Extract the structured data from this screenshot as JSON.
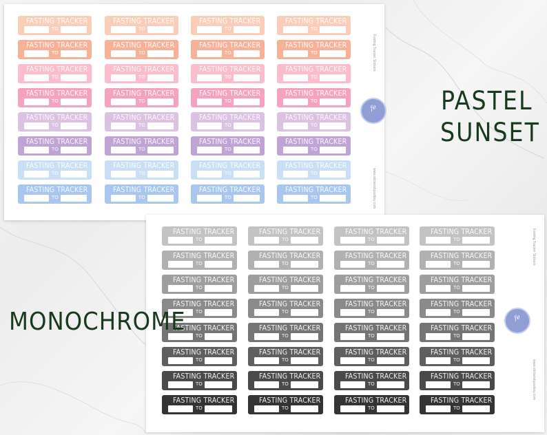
{
  "labels": {
    "pastel_line1": "PASTEL",
    "pastel_line2": "SUNSET",
    "mono": "MONOCHROME"
  },
  "sticker": {
    "title": "FASTING TRACKER",
    "to": "TO"
  },
  "sheet": {
    "side_title": "Fasting Tracker Stickers",
    "side_url": "www.stickersbyashley.com",
    "logo_text": "fe"
  },
  "pastel_row_colors": [
    "#f9cdb7",
    "#f6b197",
    "#f9bdcd",
    "#f5a2c0",
    "#dbc1e2",
    "#c0a4d5",
    "#c8dff6",
    "#a9c7ee"
  ],
  "mono_row_colors": [
    "#c3c3c3",
    "#b1b1b1",
    "#9e9e9e",
    "#8a8a8a",
    "#747474",
    "#5f5f5f",
    "#4a4a4a",
    "#343434"
  ],
  "colors": {
    "label_text": "#173a1d",
    "logo": "#8f9fd6"
  }
}
